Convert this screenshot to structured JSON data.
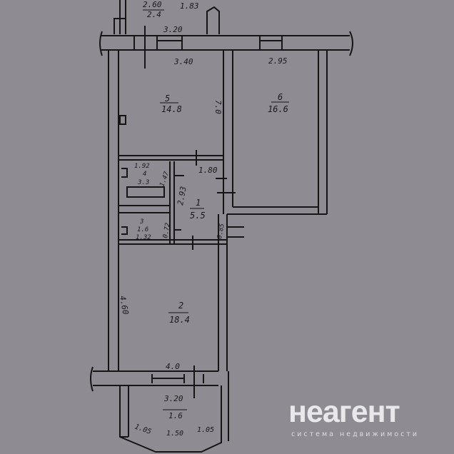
{
  "plan": {
    "top": {
      "dim_a": "2.60",
      "area_a": "2.4",
      "dim_b": "1.83",
      "window_width": "3.20"
    },
    "room5": {
      "number": "5",
      "area": "14.8",
      "width": "3.40",
      "length": "7.0"
    },
    "room6": {
      "number": "6",
      "area": "16.6",
      "width": "2.95"
    },
    "room4": {
      "width": "1.92",
      "number": "4",
      "area": "3.3",
      "depth": "1.47"
    },
    "room1": {
      "number": "1",
      "area": "5.5",
      "width": "1.80",
      "length": "2.93",
      "door": "0.85"
    },
    "room3": {
      "number": "3",
      "area": "1.6",
      "width": "1.32",
      "depth": "0.72"
    },
    "room2": {
      "number": "2",
      "area": "18.4",
      "length": "4.60",
      "width": "4.0"
    },
    "balcony": {
      "width": "3.20",
      "area": "1.6",
      "side_left": "1.05",
      "front": "1.50",
      "side_right": "1.05"
    }
  },
  "watermark": {
    "brand": "неагент",
    "tagline": "система недвижимости"
  }
}
